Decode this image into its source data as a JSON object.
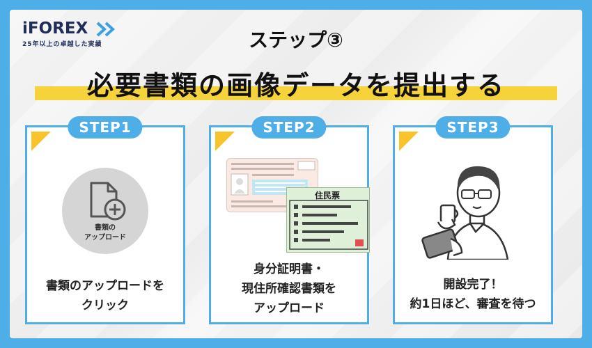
{
  "logo": {
    "wordmark": "iFOREX",
    "tagline": "25年以上の卓越した実績",
    "color": "#1f2d5a",
    "accent": "#3aa0e0"
  },
  "header": {
    "subtitle": "ステップ③",
    "headline": "必要書類の画像データを提出する"
  },
  "colors": {
    "frame_blue": "#4eaee8",
    "highlight_yellow": "#f7d33b",
    "corner_yellow": "#f7c52a"
  },
  "steps": [
    {
      "badge": "STEP1",
      "icon": "document-upload-icon",
      "icon_label_1": "書類の",
      "icon_label_2": "アップロード",
      "text_1": "書類のアップロードを",
      "text_2": "クリック"
    },
    {
      "badge": "STEP2",
      "icon": "id-documents-illustration",
      "doc_title": "住民票",
      "text_1": "身分証明書・",
      "text_2": "現住所確認書類を",
      "text_3": "アップロード"
    },
    {
      "badge": "STEP3",
      "icon": "person-with-tablet-illustration",
      "text_1": "開設完了！",
      "text_2": "約1日ほど、審査を待つ"
    }
  ]
}
